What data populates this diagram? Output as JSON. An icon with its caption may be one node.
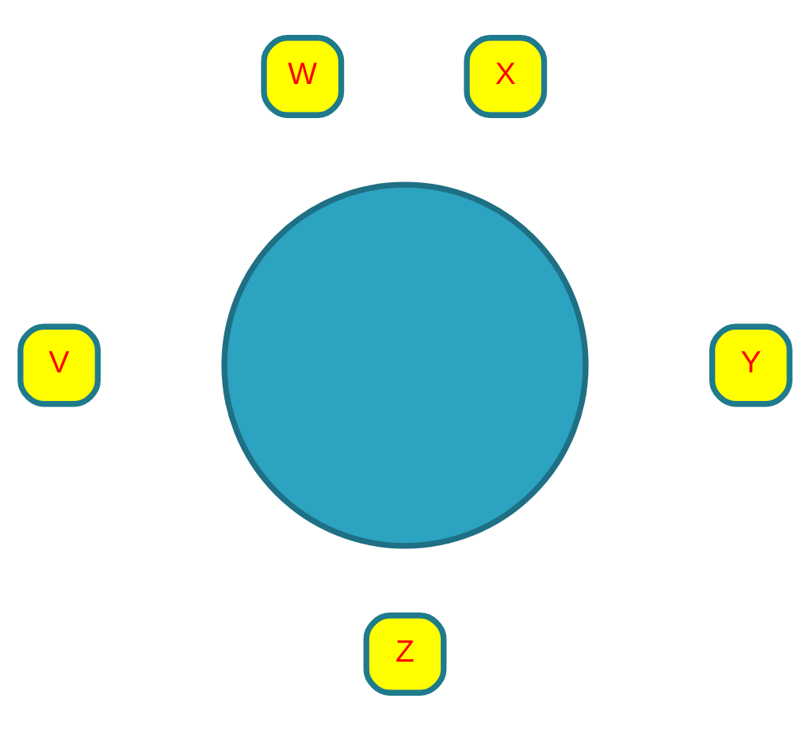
{
  "diagram": {
    "nodes": [
      {
        "text": [
          "X"
        ]
      },
      {
        "text": [
          "W"
        ]
      },
      {
        "text": [],
        "shape": "circle"
      },
      {
        "text": [
          "Y"
        ]
      },
      {
        "text": [
          "V"
        ]
      },
      {
        "text": [
          "Z"
        ]
      }
    ],
    "edges": []
  }
}
